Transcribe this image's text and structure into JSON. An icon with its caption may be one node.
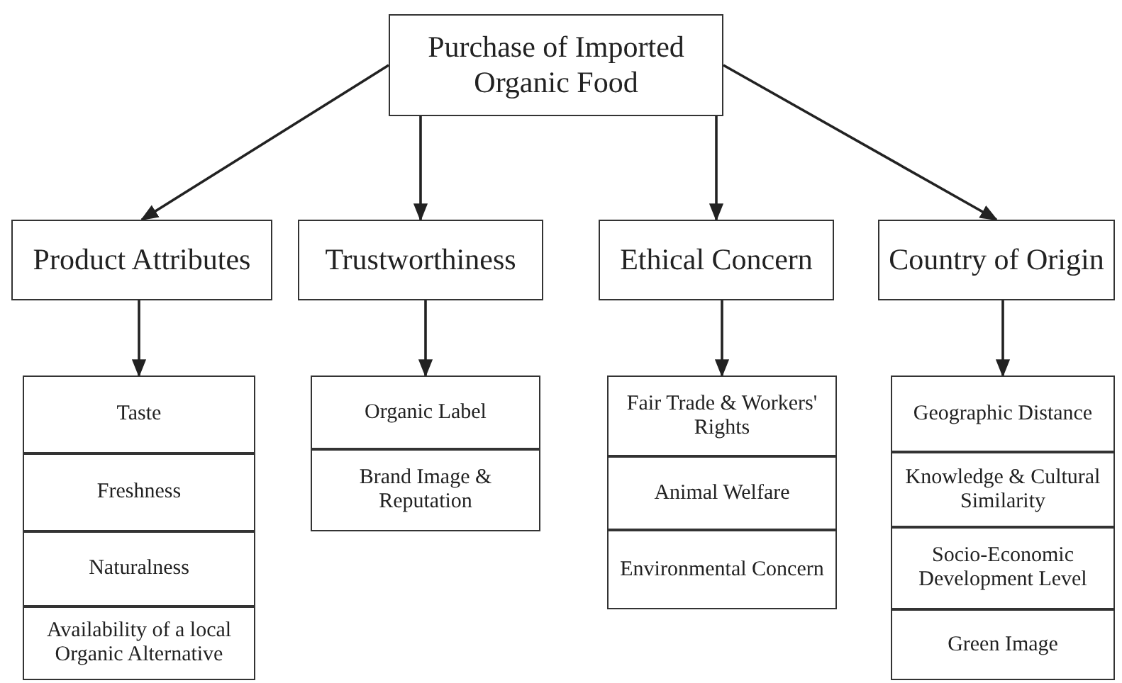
{
  "diagram": {
    "nodes": [
      {
        "text": [
          "Purchase of Imported Organic Food"
        ]
      },
      {
        "text": [
          "Product Attributes"
        ]
      },
      {
        "text": [
          "Trustworthiness"
        ]
      },
      {
        "text": [
          "Ethical Concern"
        ]
      },
      {
        "text": [
          "Country of Origin"
        ]
      },
      {
        "text": [
          "Taste"
        ]
      },
      {
        "text": [
          "Freshness"
        ]
      },
      {
        "text": [
          "Naturalness"
        ]
      },
      {
        "text": [
          "Availability of a local Organic Alternative"
        ]
      },
      {
        "text": [
          "Organic Label"
        ]
      },
      {
        "text": [
          "Brand Image & Reputation"
        ]
      },
      {
        "text": [
          "Fair Trade & Workers' Rights"
        ]
      },
      {
        "text": [
          "Animal Welfare"
        ]
      },
      {
        "text": [
          "Environmental Concern"
        ]
      },
      {
        "text": [
          "Geographic Distance"
        ]
      },
      {
        "text": [
          "Knowledge & Cultural Similarity"
        ]
      },
      {
        "text": [
          "Socio-Economic Development Level"
        ]
      },
      {
        "text": [
          "Green Image"
        ]
      }
    ],
    "edges": [
      {
        "from": 0,
        "to": 1,
        "arrow": "to"
      },
      {
        "from": 0,
        "to": 2,
        "arrow": "to"
      },
      {
        "from": 0,
        "to": 3,
        "arrow": "to"
      },
      {
        "from": 0,
        "to": 4,
        "arrow": "to"
      },
      {
        "from": 1,
        "to": 5,
        "arrow": "to"
      },
      {
        "from": 2,
        "to": 9,
        "arrow": "to"
      },
      {
        "from": 3,
        "to": 11,
        "arrow": "to"
      },
      {
        "from": 4,
        "to": 14,
        "arrow": "to"
      }
    ]
  }
}
